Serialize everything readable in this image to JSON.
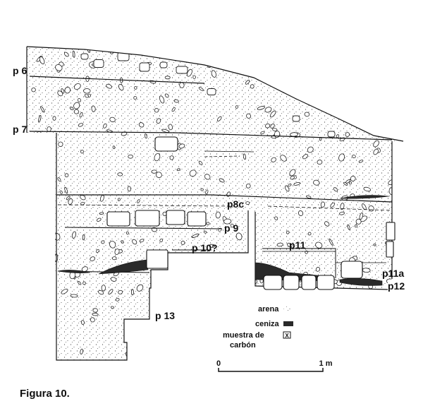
{
  "caption": "Figura 10.",
  "labels": {
    "p6": "p 6",
    "p7": "p 7",
    "p8c": "p8c",
    "p9": "p 9",
    "p10": "p 10?",
    "p11": "p11",
    "p11a": "p11a",
    "p12": "p12",
    "p13": "p 13"
  },
  "legend": {
    "arena": "arena",
    "ceniza": "ceniza",
    "muestra_line1": "muestra de",
    "muestra_line2": "carbón",
    "marker": "X"
  },
  "scale": {
    "zero": "0",
    "one": "1 m"
  },
  "colors": {
    "ink": "#111111",
    "ash": "#2a2a2a",
    "paper": "#ffffff"
  }
}
